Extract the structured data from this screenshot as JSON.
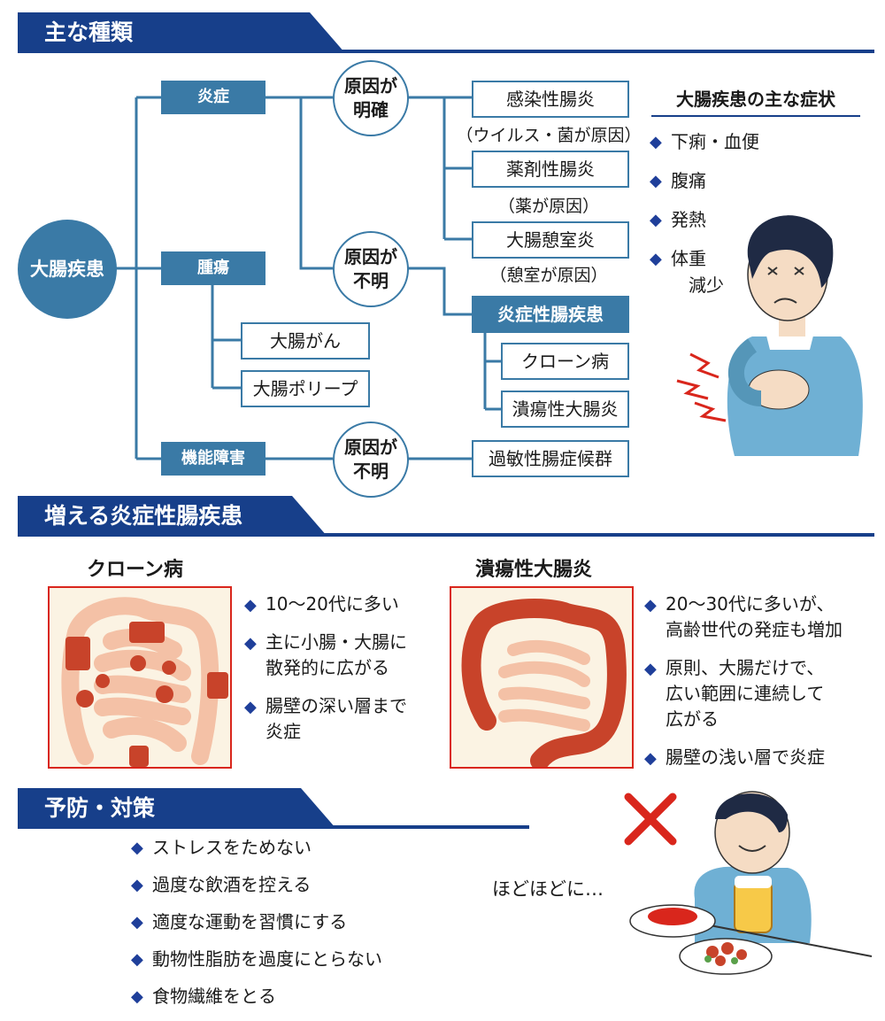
{
  "sections": {
    "types": {
      "title": "主な種類"
    },
    "ibd": {
      "title": "増える炎症性腸疾患"
    },
    "prevention": {
      "title": "予防・対策"
    }
  },
  "tree": {
    "root": "大腸疾患",
    "categories": {
      "inflammation": "炎症",
      "tumor": "腫瘍",
      "functional": "機能障害"
    },
    "cause_clear": "原因が\n明確",
    "cause_unknown_1": "原因が\n不明",
    "cause_unknown_2": "原因が\n不明",
    "leaves": {
      "infectious": "感染性腸炎",
      "infectious_note": "（ウイルス・菌が原因）",
      "drug": "薬剤性腸炎",
      "drug_note": "（薬が原因）",
      "diverticulitis": "大腸憩室炎",
      "diverticulitis_note": "（憩室が原因）",
      "ibd": "炎症性腸疾患",
      "crohn": "クローン病",
      "uc": "潰瘍性大腸炎",
      "cancer": "大腸がん",
      "polyp": "大腸ポリープ",
      "ibs": "過敏性腸症候群"
    }
  },
  "symptoms": {
    "title": "大腸疾患の主な症状",
    "items": [
      "下痢・血便",
      "腹痛",
      "発熱",
      "体重\n　減少"
    ]
  },
  "crohn": {
    "title": "クローン病",
    "bullets": [
      "10〜20代に多い",
      "主に小腸・大腸に\n散発的に広がる",
      "腸壁の深い層まで\n炎症"
    ]
  },
  "uc": {
    "title": "潰瘍性大腸炎",
    "bullets": [
      "20〜30代に多いが、\n高齢世代の発症も増加",
      "原則、大腸だけで、\n広い範囲に連続して\n広がる",
      "腸壁の浅い層で炎症"
    ]
  },
  "prevention": {
    "items": [
      "ストレスをためない",
      "過度な飲酒を控える",
      "適度な運動を習慣にする",
      "動物性脂肪を過度にとらない",
      "食物繊維をとる"
    ],
    "moderation": "ほどほどに…"
  },
  "colors": {
    "navy": "#173f8a",
    "teal": "#3a7aa6",
    "diamond": "#1f3f9a",
    "red": "#d9261c",
    "intestine": "#f4c1a6",
    "inflamed": "#c8432a"
  }
}
